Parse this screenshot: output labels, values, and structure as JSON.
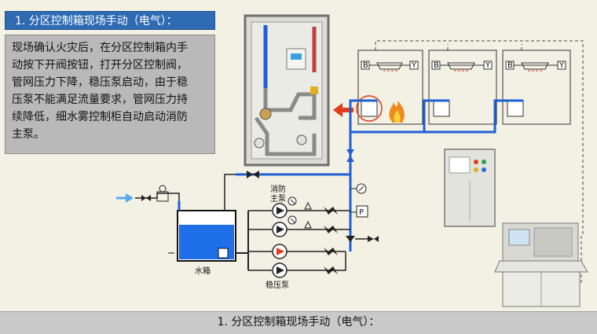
{
  "header": {
    "title": "1. 分区控制箱现场手动（电气）："
  },
  "description": {
    "lines": [
      "现场确认火灾后，在分区控制箱内手",
      "动按下开阀按钮，打开分区控制阀，",
      "管网压力下降，稳压泵启动，由于稳",
      "压泵不能满足流量要求，管网压力持",
      "续降低，细水雾控制柜自动启动消防",
      "主泵。"
    ]
  },
  "diagram": {
    "labels": {
      "fire_pump_line1": "消防",
      "fire_pump_line2": "主泵",
      "water_tank": "水箱",
      "jockey_pump": "稳压泵",
      "pressure_switch": "P",
      "nozzle_b": "B",
      "nozzle_y": "Y"
    },
    "colors": {
      "pipe_blue": "#1f5fd6",
      "water": "#1f6fe8",
      "arrow_red": "#e23b1e",
      "fire_ring": "#e23b1e",
      "inlet_arrow": "#5aa8f0"
    }
  },
  "footer": {
    "title": "1. 分区控制箱现场手动（电气）："
  }
}
